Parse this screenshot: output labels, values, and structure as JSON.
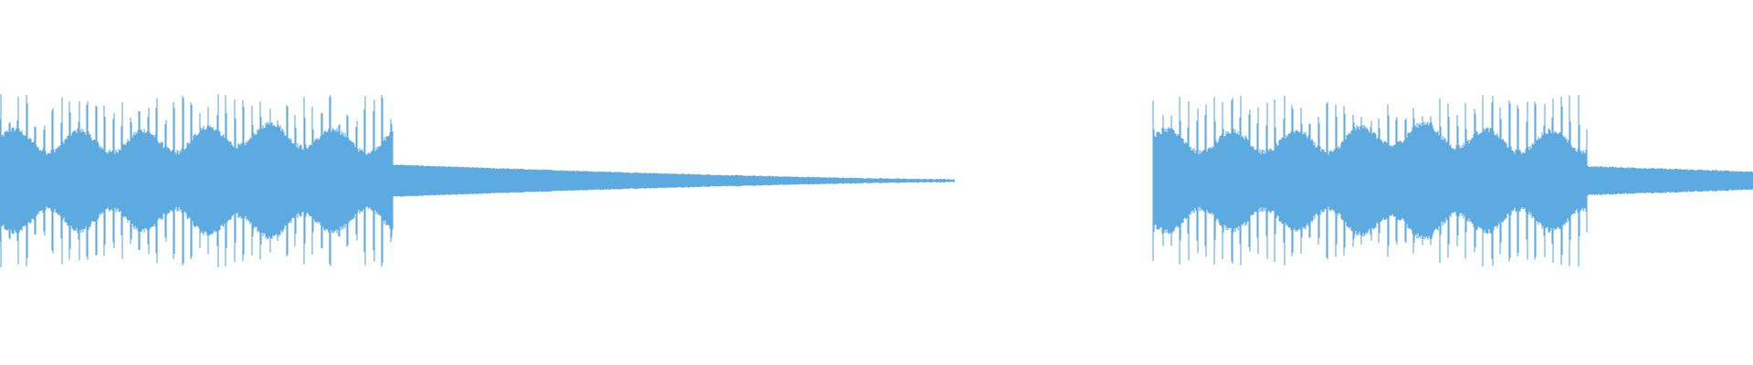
{
  "waveform": {
    "color": "#5DAAE0",
    "background": "#FFFFFF",
    "segments": [
      {
        "kind": "burst",
        "level": 0.94
      },
      {
        "kind": "decay-tail",
        "level": 0.08
      },
      {
        "kind": "silence",
        "level": 0.0
      },
      {
        "kind": "burst",
        "level": 0.94
      },
      {
        "kind": "decay-tail",
        "level": 0.08
      }
    ]
  }
}
